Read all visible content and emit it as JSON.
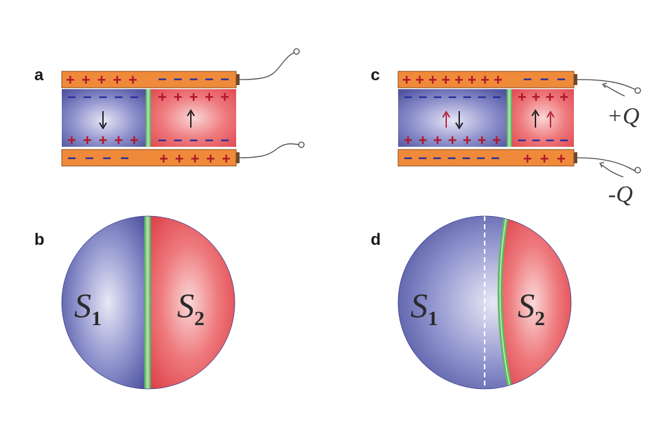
{
  "panels": {
    "a": {
      "letter": "a"
    },
    "b": {
      "letter": "b"
    },
    "c": {
      "letter": "c"
    },
    "d": {
      "letter": "d"
    }
  },
  "signs": {
    "plus": "+",
    "minus": "−"
  },
  "charges": {
    "positive": "+Q",
    "negative": "-Q"
  },
  "regions": {
    "s1": {
      "symbol": "S",
      "subscript": "1"
    },
    "s2": {
      "symbol": "S",
      "subscript": "2"
    }
  },
  "sign_rows": {
    "a_top_plate_plus": "+ + + + +",
    "a_top_plate_minus": "− − − − −",
    "a_left_top_minus": "− − − − −",
    "a_left_bottom_plus": "+ + + + +",
    "a_right_top_plus": "+ + + + +",
    "a_right_bottom_minus": "− − − − −",
    "a_bottom_plate_minus": "− − − −",
    "a_bottom_plate_plus": "+ + + + +",
    "c_top_plate_plus": "+ + + + + + + +",
    "c_top_plate_minus": "− − −",
    "c_left_top_minus": "− − − − − − −",
    "c_left_bottom_plus": "+ + + + + + +",
    "c_right_top_plus": "+ + + +",
    "c_right_bottom_minus": "− − − −",
    "c_bottom_plate_minus": "− − − − − − −",
    "c_bottom_plate_plus": "+ + +"
  },
  "colors": {
    "plate": "#ef8a3a",
    "plate_edge": "#8a4a1c",
    "domain_blue": "#5a5fae",
    "domain_red": "#e04a52",
    "wall_green": "#5cb85c",
    "arrow_black": "#111111",
    "arrow_red": "#b0172a"
  }
}
